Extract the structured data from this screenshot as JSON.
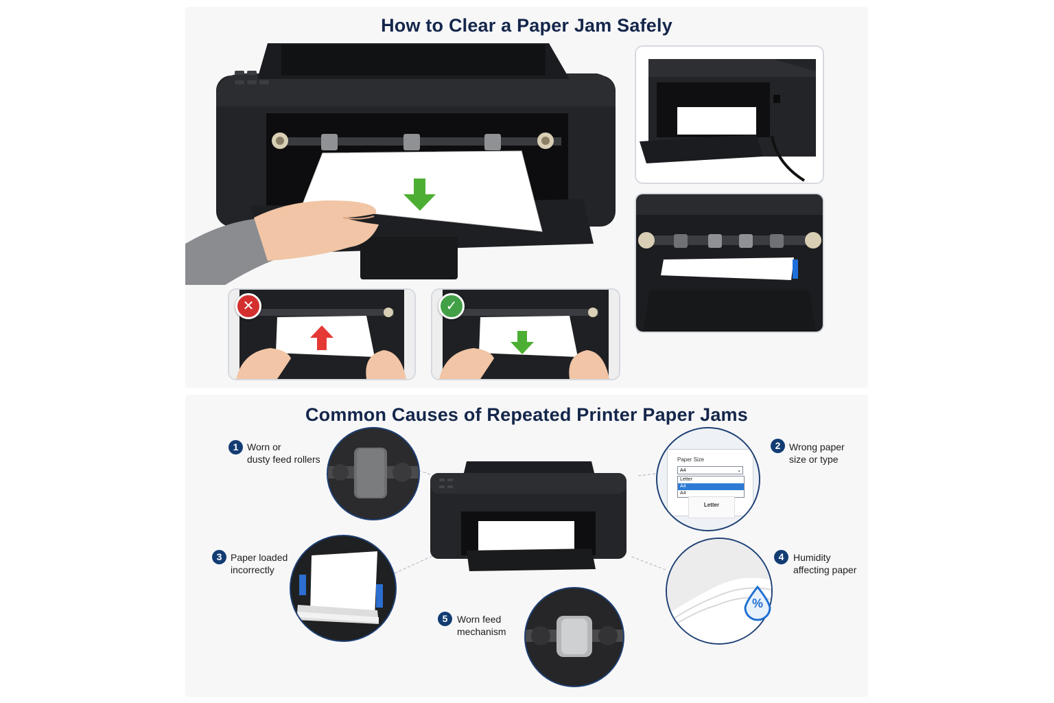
{
  "top_section": {
    "title": "How to Clear a Paper Jam Safely",
    "wrong_icon": "x-mark-icon",
    "right_icon": "check-mark-icon",
    "colors": {
      "wrong": "#d32f2f",
      "right": "#43a047",
      "arrow_green": "#4caf33",
      "arrow_red": "#e53935"
    }
  },
  "bottom_section": {
    "title": "Common Causes of Repeated Printer Paper Jams",
    "causes": [
      {
        "number": "1",
        "line1": "Worn or",
        "line2": "dusty feed rollers"
      },
      {
        "number": "2",
        "line1": "Wrong paper",
        "line2": "size or type"
      },
      {
        "number": "3",
        "line1": "Paper loaded",
        "line2": "incorrectly"
      },
      {
        "number": "4",
        "line1": "Humidity",
        "line2": "affecting paper"
      },
      {
        "number": "5",
        "line1": "Worn feed",
        "line2": "mechanism"
      }
    ],
    "paper_size_dialog": {
      "label": "Paper Size",
      "selected": "A4",
      "options": [
        "Letter",
        "A4",
        "A4"
      ],
      "sheet_label": "Letter"
    },
    "humidity_icon": "percent-drop-icon",
    "humidity_symbol": "%"
  }
}
